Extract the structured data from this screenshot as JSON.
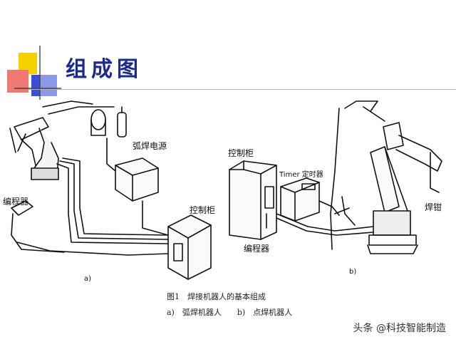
{
  "slide": {
    "title": "组成图"
  },
  "diagram_a": {
    "labels": {
      "power_source": "弧焊电源",
      "programmer": "编程器",
      "controller": "控制柜"
    },
    "sub_label": "a)"
  },
  "diagram_b": {
    "labels": {
      "controller": "控制柜",
      "timer": "Timer 定时器",
      "programmer": "编程器",
      "welding_gun": "焊钳"
    },
    "sub_label": "b)"
  },
  "caption": {
    "figure": "图1　焊接机器人的基本组成",
    "sub": "a)　弧焊机器人　　b)　点焊机器人"
  },
  "watermark": "头条 @科技智能制造",
  "colors": {
    "title": "#1b2a8c",
    "deco_yellow": "#f5d000",
    "deco_red": "#e8483a",
    "deco_blue": "#3a4fd6"
  }
}
